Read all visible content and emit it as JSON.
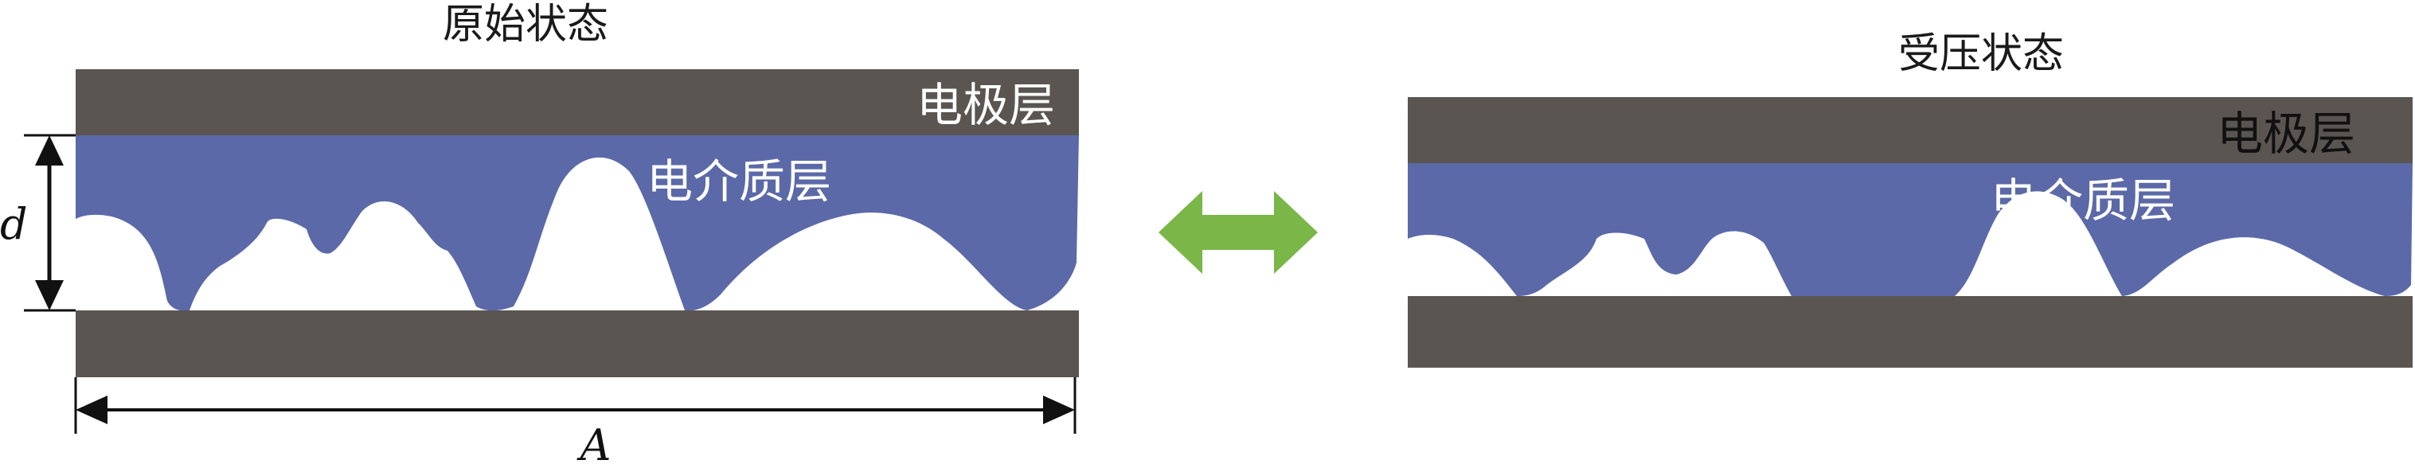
{
  "colors": {
    "electrode": "#5b5552",
    "dielectric": "#5b69a8",
    "arrow": "#7ab648",
    "ink": "#111111"
  },
  "original": {
    "title": "原始状态",
    "electrode_label": "电极层",
    "dielectric_label": "电介质层",
    "thickness_symbol": "d",
    "area_symbol": "A"
  },
  "compressed": {
    "title": "受压状态",
    "electrode_label": "电极层",
    "dielectric_label": "电介质层"
  },
  "transition_arrow": "double-arrow-icon"
}
